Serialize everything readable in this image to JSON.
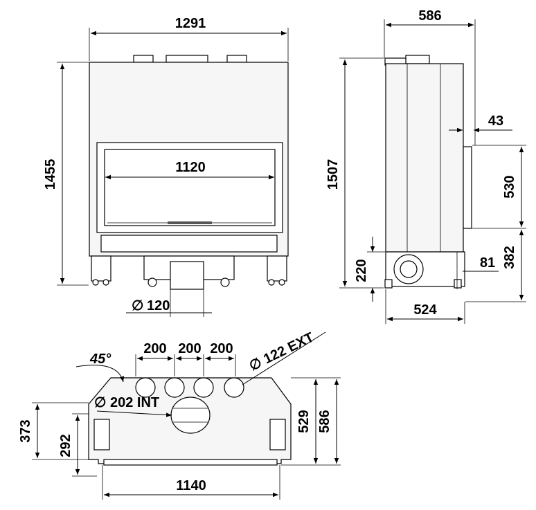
{
  "front_view": {
    "overall_width": "1291",
    "overall_height": "1455",
    "glass_width": "1120",
    "flue_diameter_prefix": "∅",
    "flue_diameter": "120"
  },
  "side_view": {
    "overall_depth": "586",
    "overall_height": "1507",
    "offset_43": "43",
    "door_height": "530",
    "height_382": "382",
    "height_81": "81",
    "height_220": "220",
    "base_depth": "524"
  },
  "top_view": {
    "angle": "45°",
    "spacing_1": "200",
    "spacing_2": "200",
    "spacing_3": "200",
    "ext_outlet": "∅ 122 EXT",
    "int_outlet": "∅ 202 INT",
    "depth_373": "373",
    "depth_292": "292",
    "depth_529": "529",
    "depth_586": "586",
    "base_width": "1140"
  }
}
